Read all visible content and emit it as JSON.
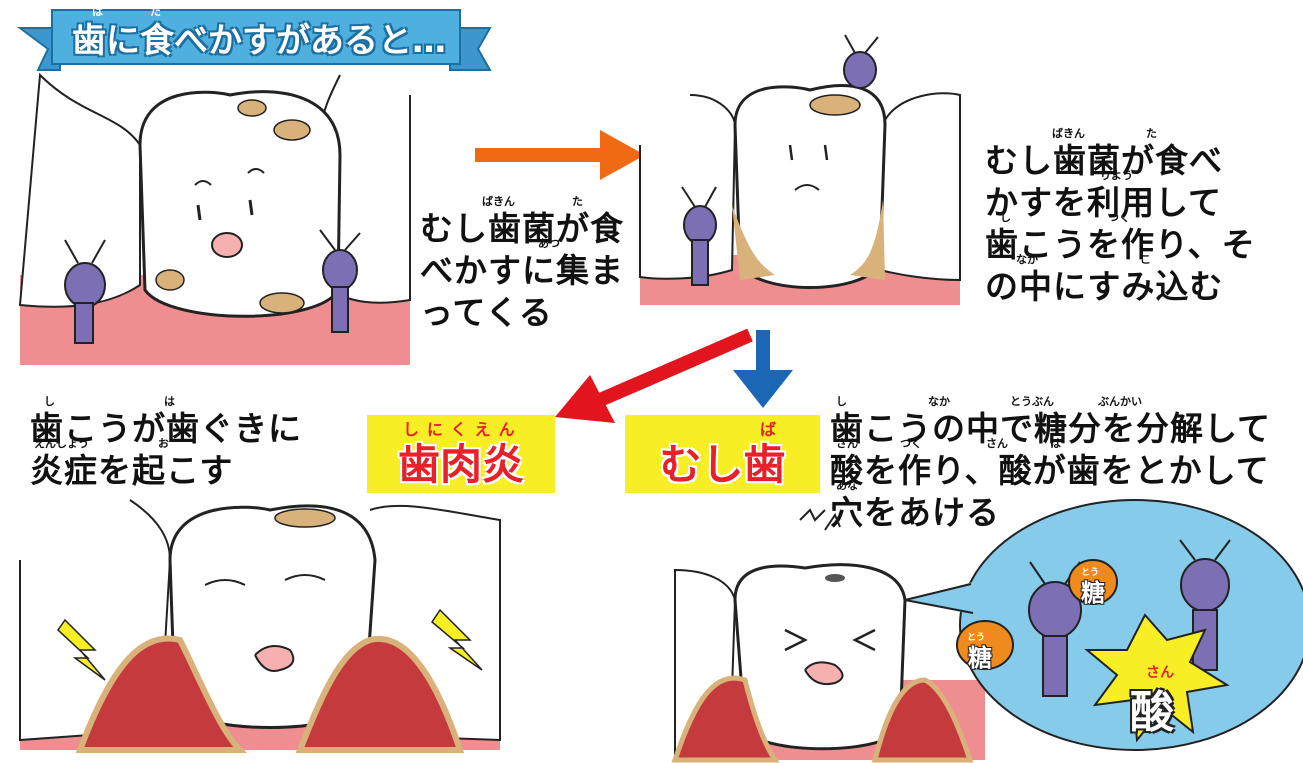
{
  "header": {
    "title": "歯に食べかすがあると…",
    "title_ruby": [
      "は",
      "た"
    ]
  },
  "step1": {
    "lines": [
      "むし歯菌が食",
      "べかすに集ま",
      "ってくる"
    ],
    "ruby": [
      "ばきん",
      "た",
      "あつ"
    ]
  },
  "step2": {
    "lines": [
      "むし歯菌が食べ",
      "かすを利用して",
      "歯こうを作り、そ",
      "の中にすみ込む"
    ],
    "ruby": [
      "ばきん",
      "た",
      "りよう",
      "し",
      "つく",
      "なか",
      "こ"
    ]
  },
  "gum": {
    "badge_label": "歯肉炎",
    "badge_ruby": "しにくえん",
    "lines": [
      "歯こうが歯ぐきに",
      "炎症を起こす"
    ],
    "ruby": [
      "し",
      "は",
      "えんしょう",
      "お"
    ]
  },
  "caries": {
    "badge_label": "むし歯",
    "badge_ruby": "ば",
    "lines": [
      "歯こうの中で糖分を分解して",
      "酸を作り、酸が歯をとかして",
      "穴をあける"
    ],
    "ruby": [
      "し",
      "なか",
      "とうぶん",
      "ぶんかい",
      "さん",
      "つく",
      "さん",
      "は",
      "あな"
    ]
  },
  "bubble": {
    "sugar_label": "糖",
    "sugar_ruby": "とう",
    "acid_label": "酸",
    "acid_ruby": "さん"
  },
  "colors": {
    "ribbon": "#4fb0e0",
    "badge_bg": "#f7ee26",
    "badge_text": "#e8202a",
    "arrow_orange": "#ef6a13",
    "arrow_red": "#e2141d",
    "arrow_blue": "#1b67b5",
    "gum": "#ee8e90",
    "plaque": "#d8b27a",
    "bacteria": "#7d6fb4",
    "bubble": "#86cbe9"
  }
}
